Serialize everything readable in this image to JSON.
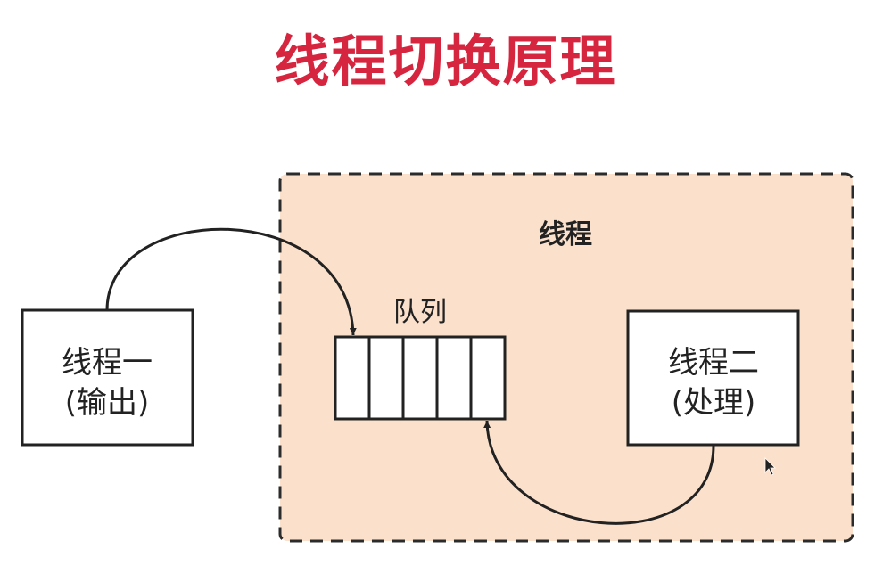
{
  "title": "线程切换原理",
  "title_color": "#d6263f",
  "container": {
    "label": "线程",
    "fill": "#fbe1cc",
    "stroke": "#2b2b2b"
  },
  "queue": {
    "label": "队列",
    "slots": 5
  },
  "thread_one": {
    "line1": "线程一",
    "line2": "(输出)"
  },
  "thread_two": {
    "line1": "线程二",
    "line2": "(处理)"
  },
  "cursor_icon": "mouse-pointer-icon"
}
